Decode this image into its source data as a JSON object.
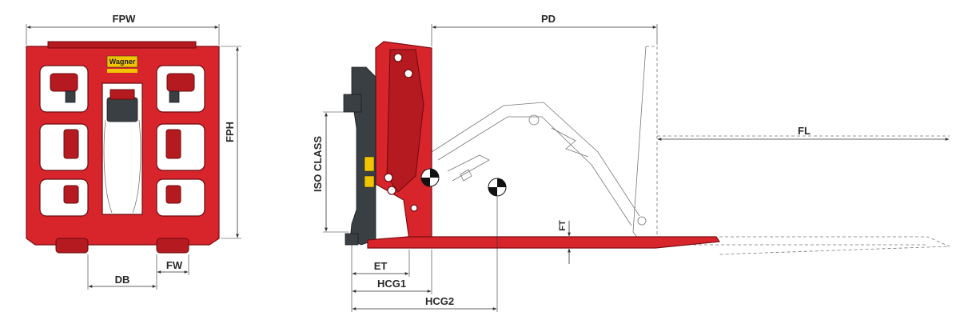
{
  "brand": {
    "logo_text": "Wagner",
    "logo_sub": ""
  },
  "front_view": {
    "dimensions": {
      "fpw": "FPW",
      "fph": "FPH",
      "db": "DB",
      "fw": "FW"
    }
  },
  "side_view": {
    "dimensions": {
      "pd": "PD",
      "fl": "FL",
      "iso_class": "ISO CLASS",
      "ft": "FT",
      "et": "ET",
      "hcg1": "HCG1",
      "hcg2": "HCG2"
    }
  },
  "colors": {
    "body": "#d8252c",
    "outline": "#7a0d10",
    "dim_line": "#333333",
    "dashed": "#777777"
  }
}
